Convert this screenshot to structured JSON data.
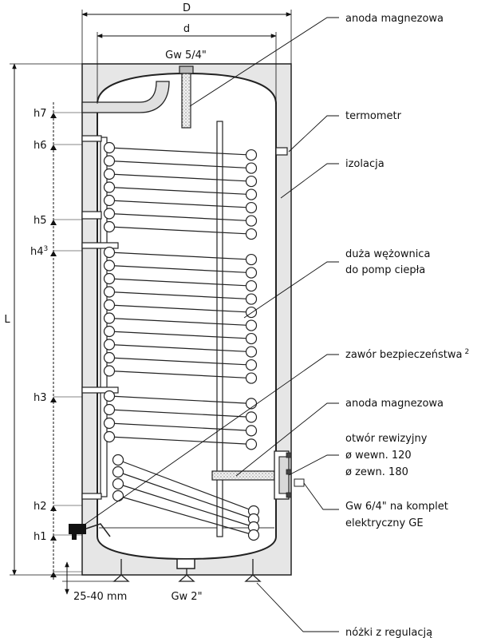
{
  "dimensions": {
    "D": "D",
    "d": "d",
    "L": "L",
    "top_connection": "Gw 5/4\"",
    "bottom_connection": "Gw 2\"",
    "feet_range": "25-40 mm"
  },
  "heights": {
    "h7": "h7",
    "h6": "h6",
    "h5": "h5",
    "h4": "h4",
    "h4_sup": "3",
    "h3": "h3",
    "h2": "h2",
    "h1": "h1"
  },
  "labels": {
    "anode_top": "anoda magnezowa",
    "thermometer": "termometr",
    "insulation": "izolacja",
    "coil_line1": "duża wężownica",
    "coil_line2": "do pomp ciepła",
    "safety_valve": "zawór bezpieczeństwa",
    "safety_valve_sup": "2",
    "anode_bottom": "anoda magnezowa",
    "inspection_line1": "otwór rewizyjny",
    "inspection_line2": "ø wewn. 120",
    "inspection_line3": "ø zewn. 180",
    "heater_line1": "Gw 6/4\" na komplet",
    "heater_line2": "elektryczny GE",
    "feet": "nóżki z regulacją"
  }
}
